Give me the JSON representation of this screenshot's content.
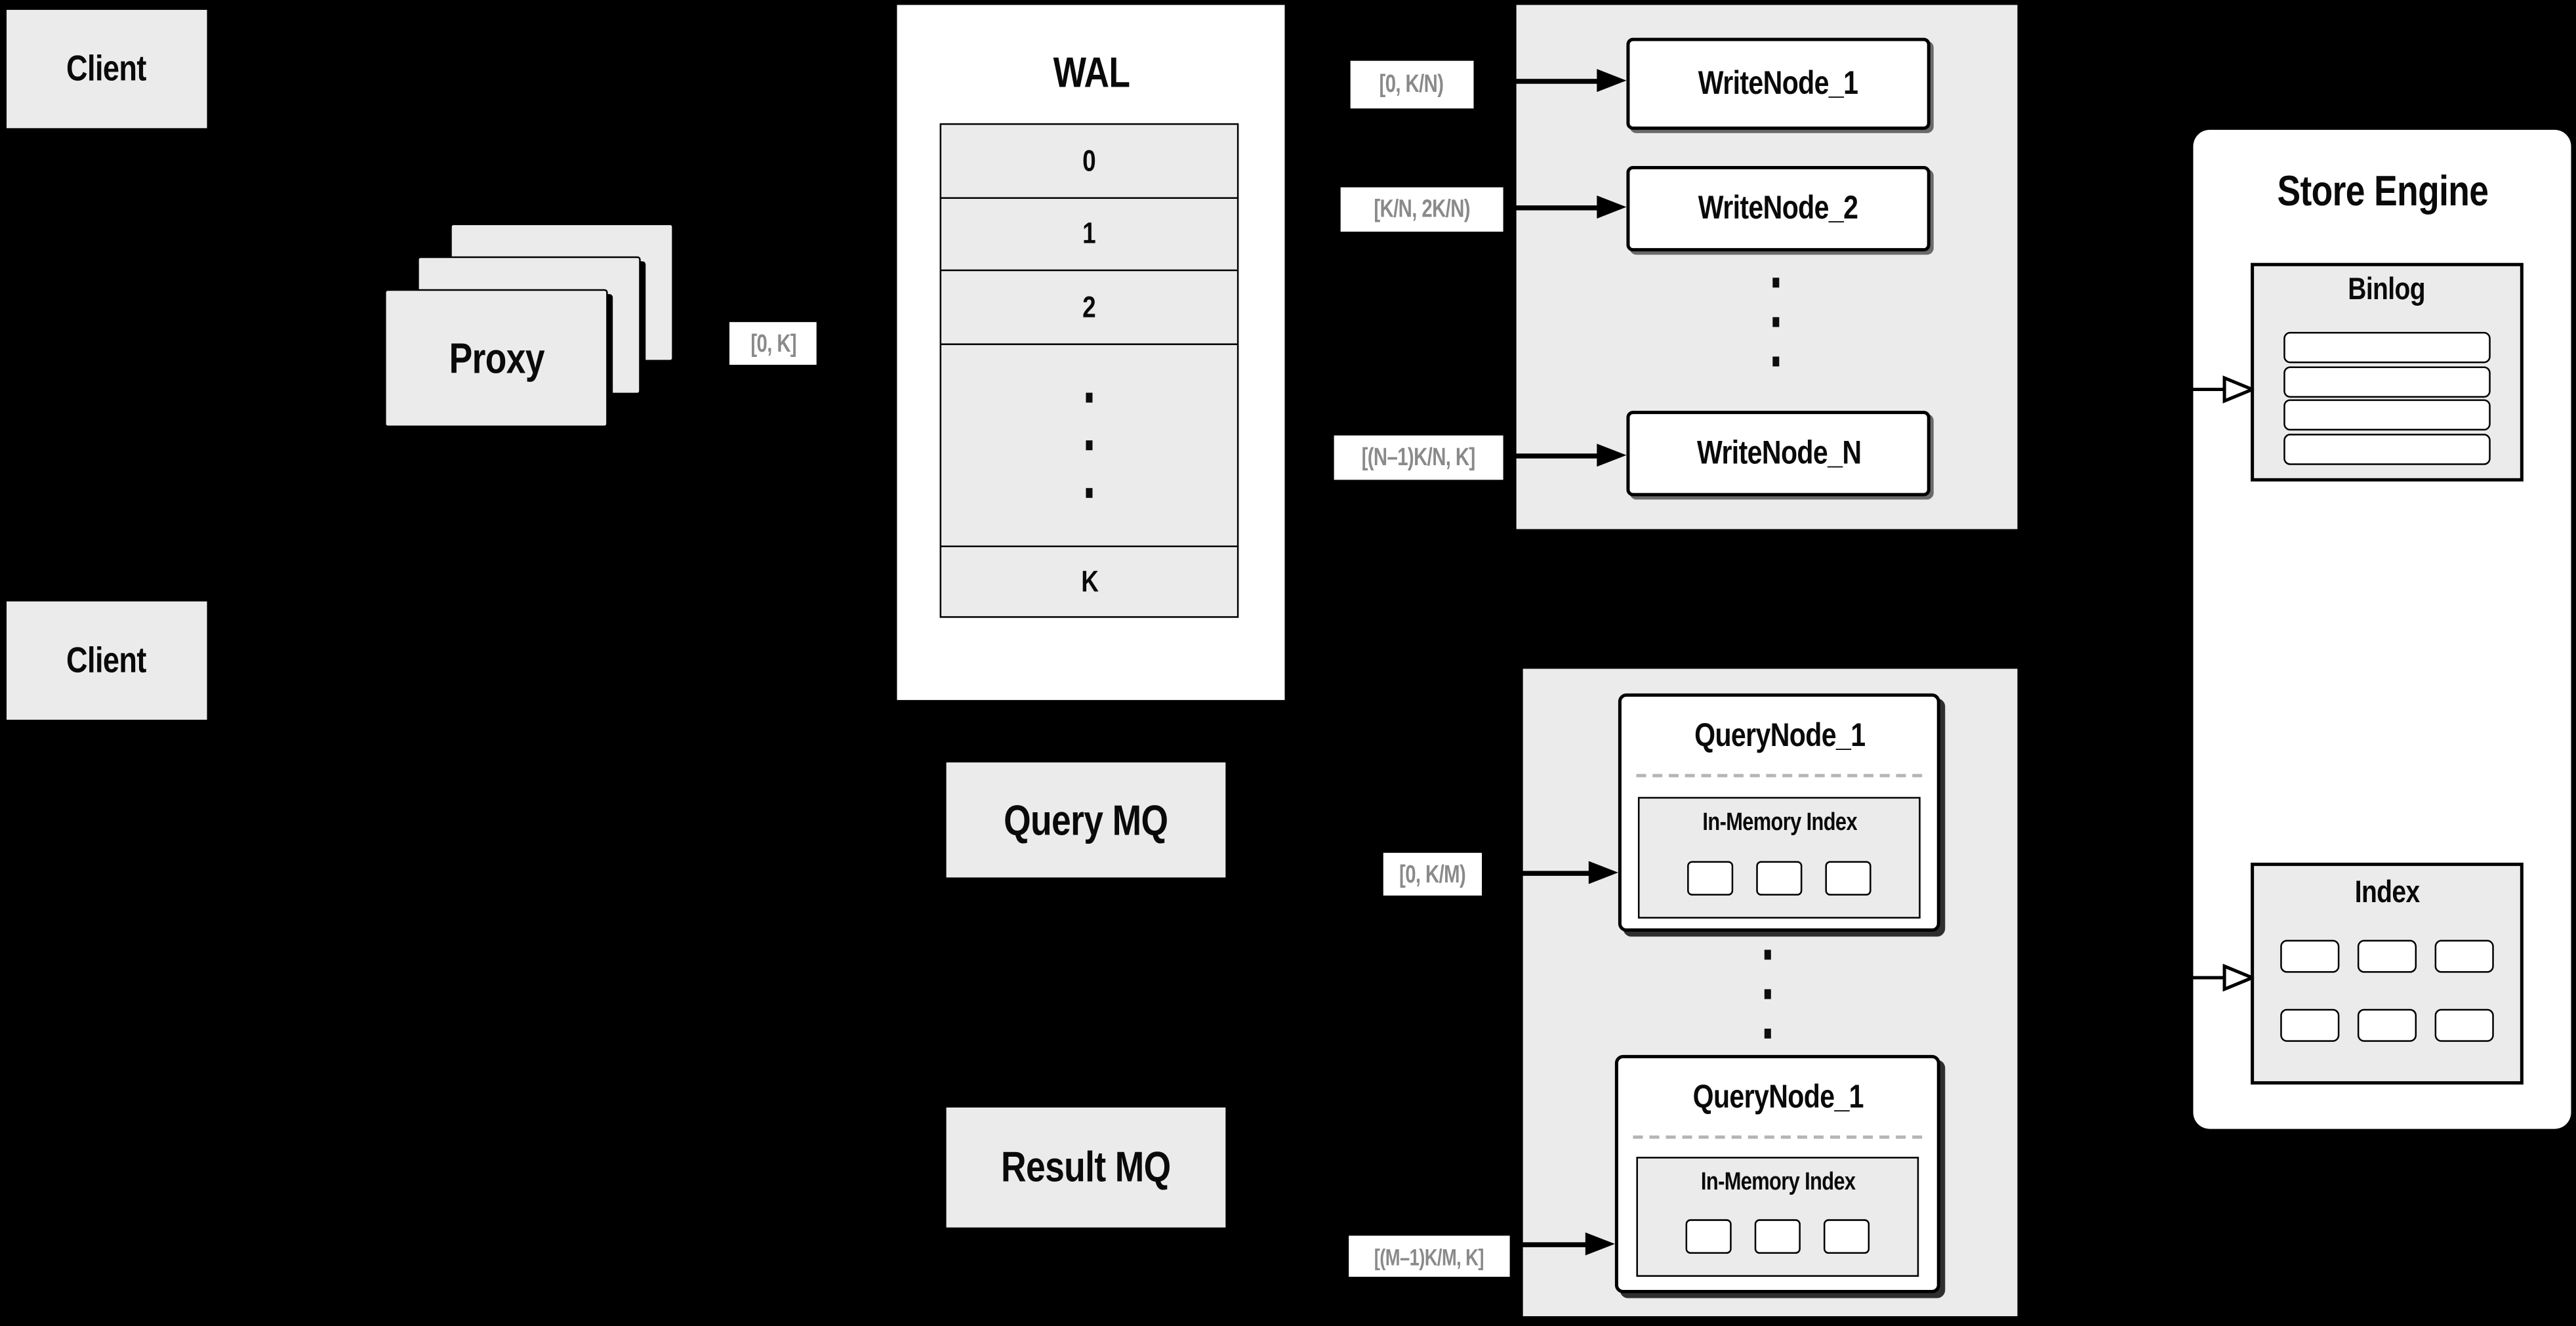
{
  "colors": {
    "background": "#000000",
    "panel_gray": "#ebebeb",
    "surface_white": "#ffffff",
    "line_black": "#000000",
    "muted_label_text": "#8a8a8a"
  },
  "clients": {
    "top_label": "Client",
    "bottom_label": "Client"
  },
  "proxy": {
    "label": "Proxy"
  },
  "wal": {
    "title": "WAL",
    "slots": [
      "0",
      "1",
      "2",
      "K"
    ]
  },
  "range_labels": {
    "proxy_out": "[0, K]",
    "write_node_1": "[0, K/N)",
    "write_node_2": "[K/N, 2K/N)",
    "write_node_n": "[(N–1)K/N, K]",
    "query_node_1": "[0, K/M)",
    "query_node_m": "[(M–1)K/M, K]"
  },
  "write_nodes": {
    "node_1": "WriteNode_1",
    "node_2": "WriteNode_2",
    "node_n": "WriteNode_N"
  },
  "query_nodes": {
    "top": {
      "title": "QueryNode_1",
      "index_label": "In-Memory Index"
    },
    "bottom": {
      "title": "QueryNode_1",
      "index_label": "In-Memory Index"
    }
  },
  "mq": {
    "query": "Query MQ",
    "result": "Result MQ"
  },
  "store_engine": {
    "title": "Store Engine",
    "binlog_title": "Binlog",
    "index_title": "Index"
  }
}
